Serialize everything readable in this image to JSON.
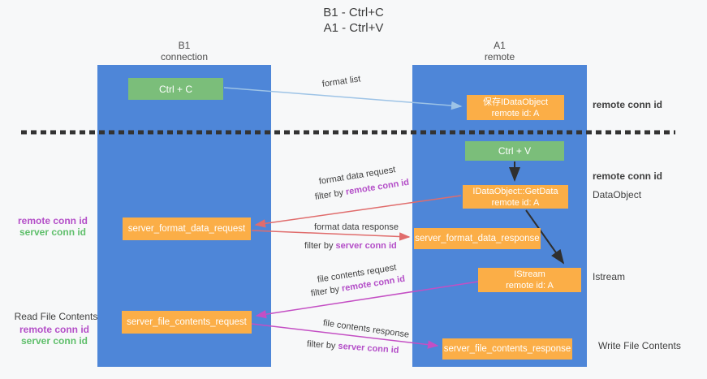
{
  "title": {
    "line1": "B1 - Ctrl+C",
    "line2": "A1 - Ctrl+V"
  },
  "columns": {
    "left": {
      "title": "B1",
      "subtitle": "connection"
    },
    "right": {
      "title": "A1",
      "subtitle": "remote"
    }
  },
  "nodes": {
    "ctrl_c": {
      "label": "Ctrl + C"
    },
    "ctrl_v": {
      "label": "Ctrl + V"
    },
    "save_idataobject": {
      "line1": "保存IDataObject",
      "line2": "remote id: A"
    },
    "getdata": {
      "line1": "IDataObject::GetData",
      "line2": "remote id: A"
    },
    "istream": {
      "line1": "IStream",
      "line2": "remote id: A"
    },
    "format_request": {
      "label": "server_format_data_request"
    },
    "format_response": {
      "label": "server_format_data_response"
    },
    "file_request": {
      "label": "server_file_contents_request"
    },
    "file_response": {
      "label": "server_file_contents_response"
    }
  },
  "edges": {
    "format_list": "format list",
    "format_data_request": "format data request",
    "format_data_response": "format data response",
    "file_contents_request": "file contents request",
    "file_contents_response": "file contents response",
    "filter_by": "filter by",
    "remote_conn_id": "remote conn id",
    "server_conn_id": "server conn id"
  },
  "side": {
    "remote_conn_id": "remote conn id",
    "server_conn_id": "server conn id",
    "read_file": "Read File Contents",
    "write_file": "Write File Contents",
    "dataobject": "DataObject",
    "istream": "Istream"
  },
  "colors": {
    "background": "#f7f8f9",
    "lane_blue": "#4e86d8",
    "node_green": "#7bbe7a",
    "node_orange": "#fbae47",
    "arrow_light_blue": "#9dc3e6",
    "arrow_red": "#e06c6c",
    "arrow_magenta": "#c44fc4",
    "arrow_black": "#2f2f2f",
    "conn_id_purple": "#b44fc8",
    "conn_id_green": "#5fbf6b",
    "divider_dark": "#333333"
  }
}
